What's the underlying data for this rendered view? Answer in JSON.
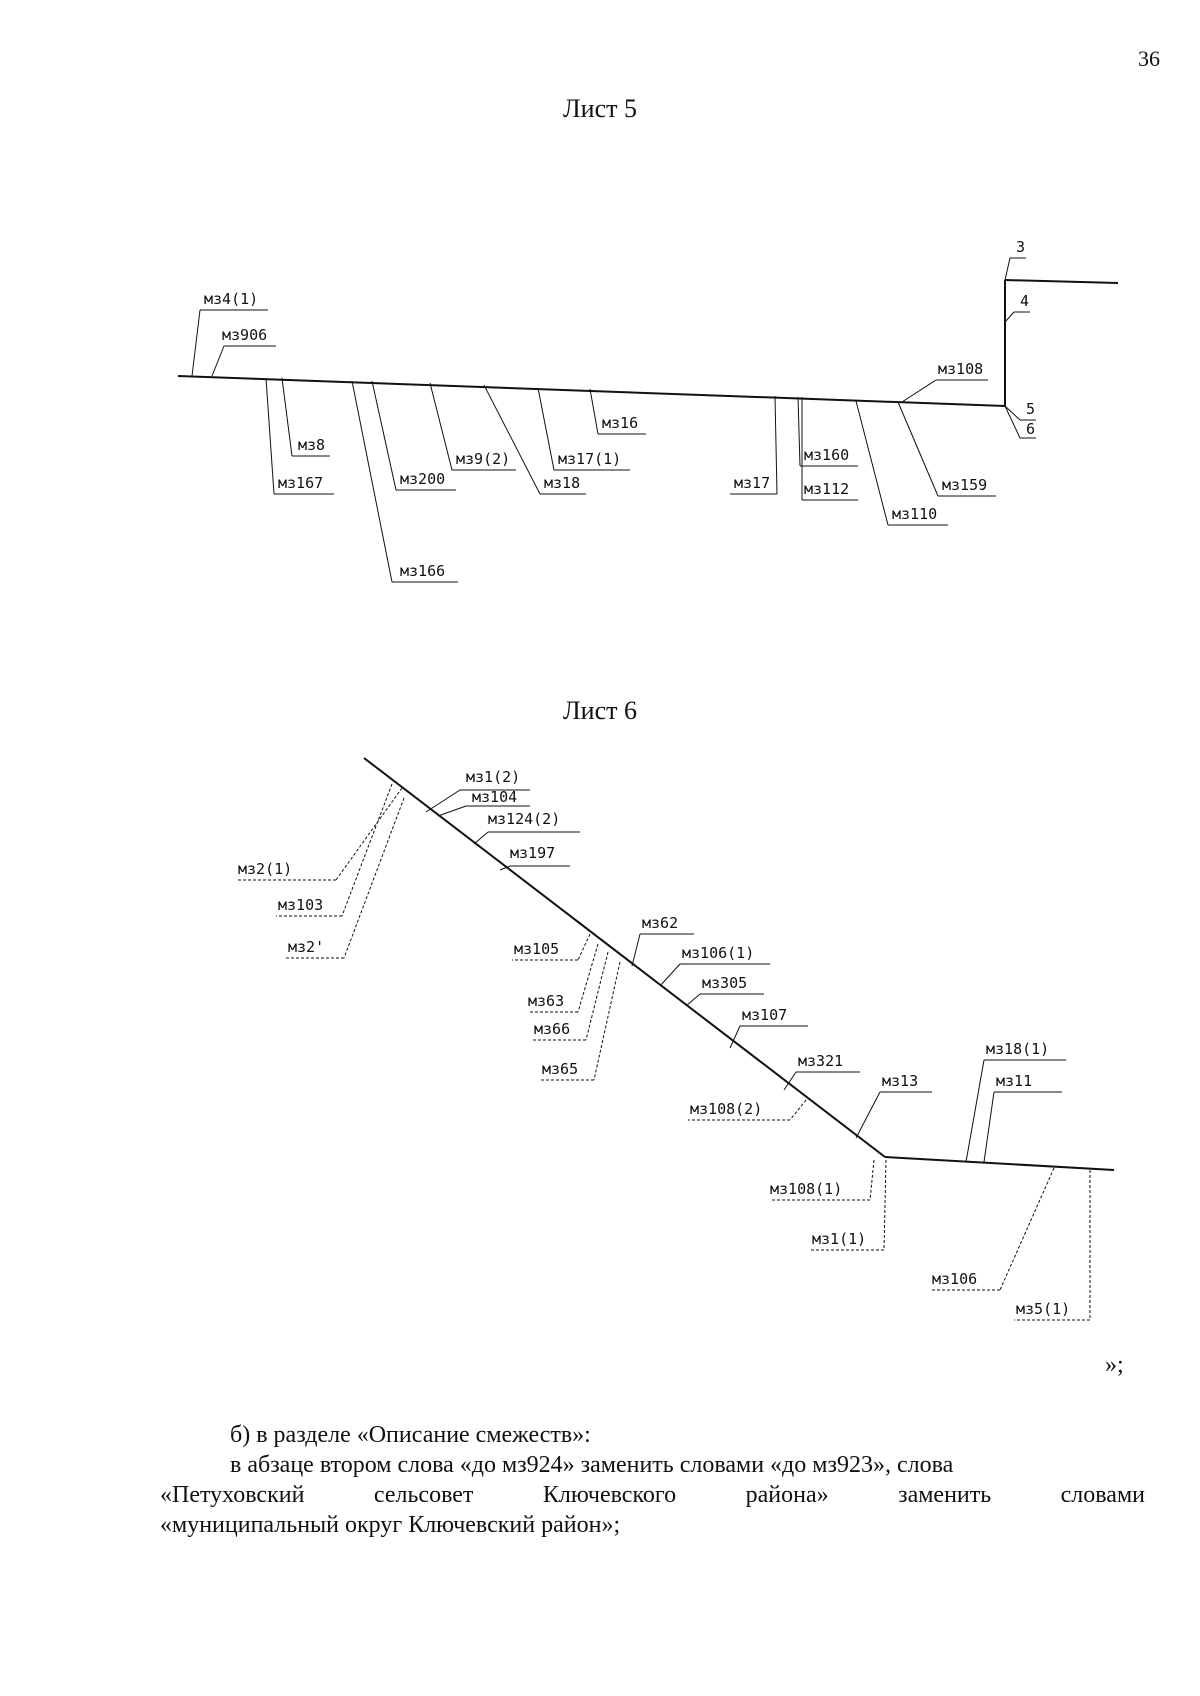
{
  "page_number": "36",
  "sheet5": {
    "title": "Лист 5",
    "labels": [
      "мз4(1)",
      "мз906",
      "мз8",
      "мз167",
      "мз200",
      "мз166",
      "мз9(2)",
      "мз18",
      "мз17(1)",
      "мз16",
      "мз17",
      "мз160",
      "мз112",
      "мз110",
      "мз159",
      "мз108",
      "3",
      "4",
      "5",
      "6"
    ]
  },
  "sheet6": {
    "title": "Лист 6",
    "labels": [
      "мз1(2)",
      "мз104",
      "мз124(2)",
      "мз197",
      "мз2(1)",
      "мз103",
      "мз2'",
      "мз62",
      "мз105",
      "мз106(1)",
      "мз63",
      "мз305",
      "мз66",
      "мз107",
      "мз65",
      "мз321",
      "мз108(2)",
      "мз13",
      "мз18(1)",
      "мз11",
      "мз108(1)",
      "мз1(1)",
      "мз106",
      "мз5(1)"
    ]
  },
  "closing_mark": "»;",
  "paragraphs": {
    "p1": "б) в разделе «Описание смежеств»:",
    "p2_line1": "в абзаце втором слова «до мз924» заменить словами «до мз923», слова",
    "p2_line2_words": [
      "«Петуховский",
      "сельсовет",
      "Ключевского",
      "района»",
      "заменить",
      "словами"
    ],
    "p2_line3": "«муниципальный округ Ключевский район»;"
  }
}
